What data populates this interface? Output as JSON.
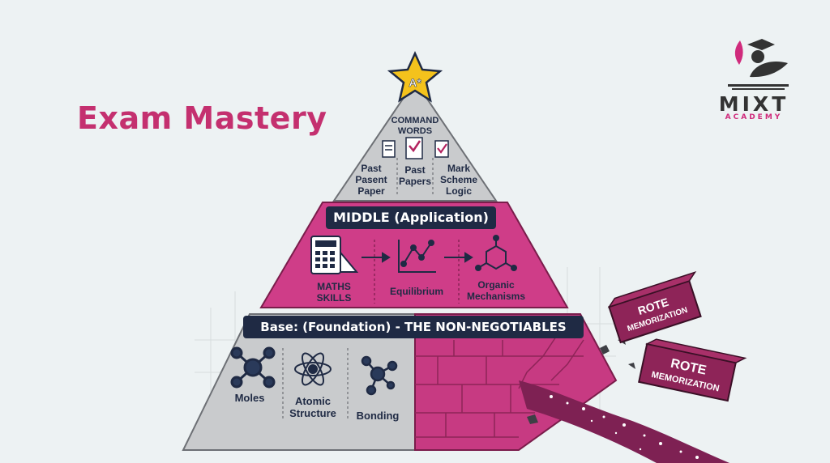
{
  "title": "Exam Mastery",
  "logo": {
    "name": "MIXT",
    "sub": "ACADEMY"
  },
  "apex": {
    "star_label": "A*",
    "heading_line1": "COMMAND",
    "heading_line2": "WORDS"
  },
  "top_items": [
    {
      "lines": [
        "Past",
        "Pasent",
        "Paper"
      ]
    },
    {
      "lines": [
        "Past",
        "Papers"
      ]
    },
    {
      "lines": [
        "Mark",
        "Scheme",
        "Logic"
      ]
    }
  ],
  "middle": {
    "banner": "MIDDLE (Application)",
    "items": [
      {
        "lines": [
          "MATHS",
          "SKILLS"
        ]
      },
      {
        "lines": [
          "Equilibrium"
        ]
      },
      {
        "lines": [
          "Organic",
          "Mechanisms"
        ]
      }
    ]
  },
  "base": {
    "banner": "Base: (Foundation) - THE NON-NEGOTIABLES",
    "items": [
      {
        "lines": [
          "Moles"
        ]
      },
      {
        "lines": [
          "Atomic",
          "Structure"
        ]
      },
      {
        "lines": [
          "Bonding"
        ]
      }
    ]
  },
  "rote_blocks": [
    {
      "lines": [
        "ROTE",
        "MEMORIZATION"
      ]
    },
    {
      "lines": [
        "ROTE",
        "MEMORIZATION"
      ]
    }
  ],
  "colors": {
    "accent": "#c4306f",
    "magenta": "#cf3d88",
    "navy": "#1f2a44",
    "grey": "#c9cbcd"
  }
}
